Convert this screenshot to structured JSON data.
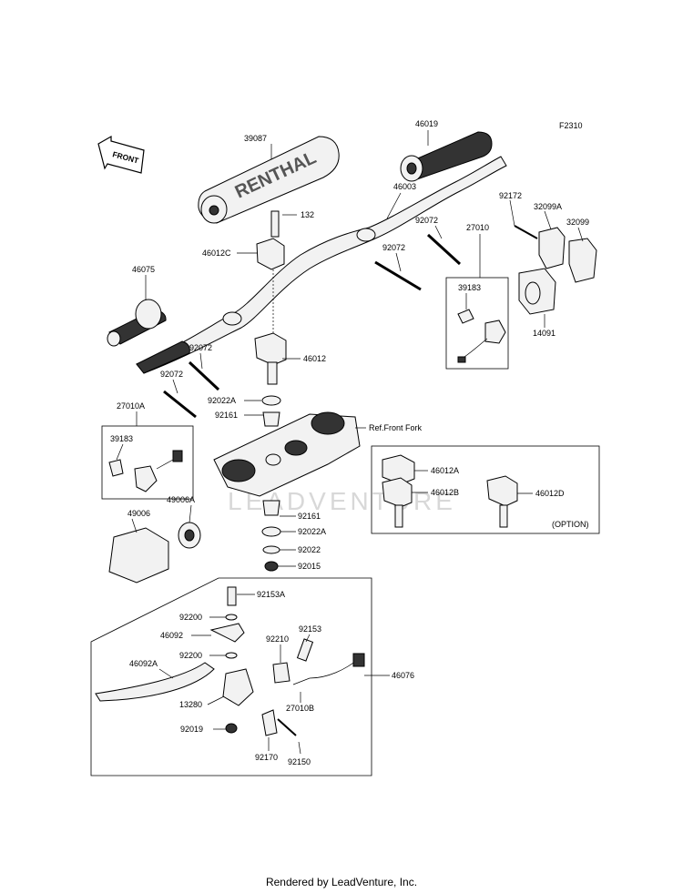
{
  "figure_code": "F2310",
  "front_arrow": "FRONT",
  "watermark": "LEADVENTURE",
  "option_label": "(OPTION)",
  "ref_label": "Ref.Front Fork",
  "grip_text": "RENTHAL",
  "footer": "Rendered by LeadVenture, Inc.",
  "parts": {
    "p39087": "39087",
    "p46019": "46019",
    "p132": "132",
    "p46003": "46003",
    "p46012C": "46012C",
    "p92172": "92172",
    "p32099A": "32099A",
    "p32099": "32099",
    "p92072a": "92072",
    "p92072b": "92072",
    "p27010": "27010",
    "p46075": "46075",
    "p39183a": "39183",
    "p14091": "14091",
    "p92072c": "92072",
    "p46012": "46012",
    "p92072d": "92072",
    "p92022A_top": "92022A",
    "p92161_top": "92161",
    "p27010A": "27010A",
    "p39183b": "39183",
    "p46012A": "46012A",
    "p46012B": "46012B",
    "p46012D": "46012D",
    "p49006": "49006",
    "p49006A": "49006A",
    "p92161_bot": "92161",
    "p92022A_bot": "92022A",
    "p92022": "92022",
    "p92015": "92015",
    "p92153A": "92153A",
    "p92200a": "92200",
    "p46092": "46092",
    "p92200b": "92200",
    "p92210": "92210",
    "p92153": "92153",
    "p46092A": "46092A",
    "p46076": "46076",
    "p13280": "13280",
    "p27010B": "27010B",
    "p92019": "92019",
    "p92170": "92170",
    "p92150": "92150"
  }
}
